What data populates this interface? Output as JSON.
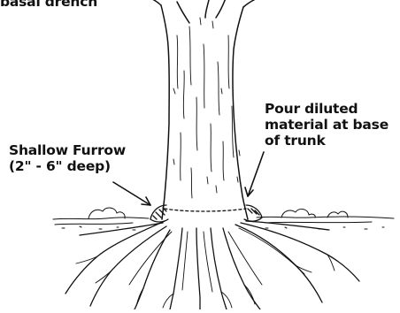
{
  "diagram": {
    "title": "basal drench",
    "pour_label": {
      "line1": "Pour diluted",
      "line2": "material at base",
      "line3": "of trunk"
    },
    "furrow_label": {
      "line1": "Shallow Furrow",
      "line2": "(2\" - 6\" deep)"
    }
  },
  "colors": {
    "ink": "#111111",
    "background": "#ffffff"
  }
}
